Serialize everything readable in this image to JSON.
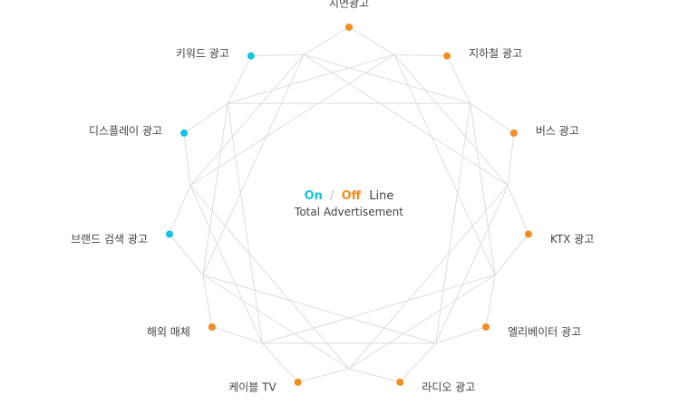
{
  "center": {
    "on": "On",
    "slash": "/",
    "off": "Off",
    "line": "Line",
    "subtitle": "Total Advertisement"
  },
  "colors": {
    "online": "#12c3e4",
    "offline": "#f28d22",
    "line": "#dddddd",
    "slash": "#bbbbbb",
    "text": "#444444"
  },
  "nodes": [
    {
      "label": "지면광고",
      "type": "offline"
    },
    {
      "label": "지하철 광고",
      "type": "offline"
    },
    {
      "label": "버스 광고",
      "type": "offline"
    },
    {
      "label": "KTX 광고",
      "type": "offline"
    },
    {
      "label": "엘리베이터 광고",
      "type": "offline"
    },
    {
      "label": "라디오 광고",
      "type": "offline"
    },
    {
      "label": "케이블 TV",
      "type": "offline"
    },
    {
      "label": "해외 매체",
      "type": "offline"
    },
    {
      "label": "브랜드 검색 광고",
      "type": "online"
    },
    {
      "label": "디스플레이 광고",
      "type": "online"
    },
    {
      "label": "키워드 광고",
      "type": "online"
    }
  ]
}
